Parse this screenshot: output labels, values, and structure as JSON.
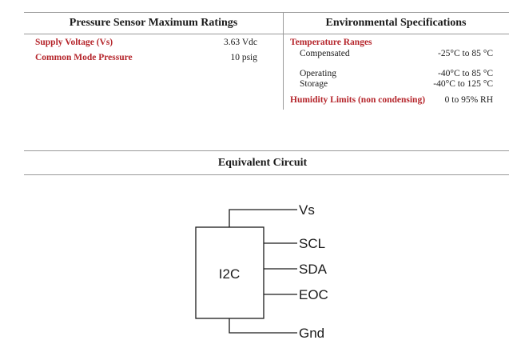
{
  "max_ratings": {
    "title": "Pressure Sensor Maximum Ratings",
    "rows": [
      {
        "label": "Supply Voltage (Vs)",
        "value": "3.63  Vdc"
      },
      {
        "label": "Common Mode Pressure",
        "value": "10 psig"
      }
    ]
  },
  "env_specs": {
    "title": "Environmental Specifications",
    "temp_label": "Temperature Ranges",
    "compensated_label": "Compensated",
    "compensated_value": "-25°C to 85 °C",
    "operating_label": "Operating",
    "operating_value": "-40°C to 85 °C",
    "storage_label": "Storage",
    "storage_value": "-40°C to 125 °C",
    "humidity_label": "Humidity Limits (non condensing)",
    "humidity_value": "0 to 95% RH"
  },
  "circuit": {
    "title": "Equivalent Circuit",
    "block_label": "I2C",
    "pins": {
      "vs": "Vs",
      "scl": "SCL",
      "sda": "SDA",
      "eoc": "EOC",
      "gnd": "Gnd"
    }
  }
}
